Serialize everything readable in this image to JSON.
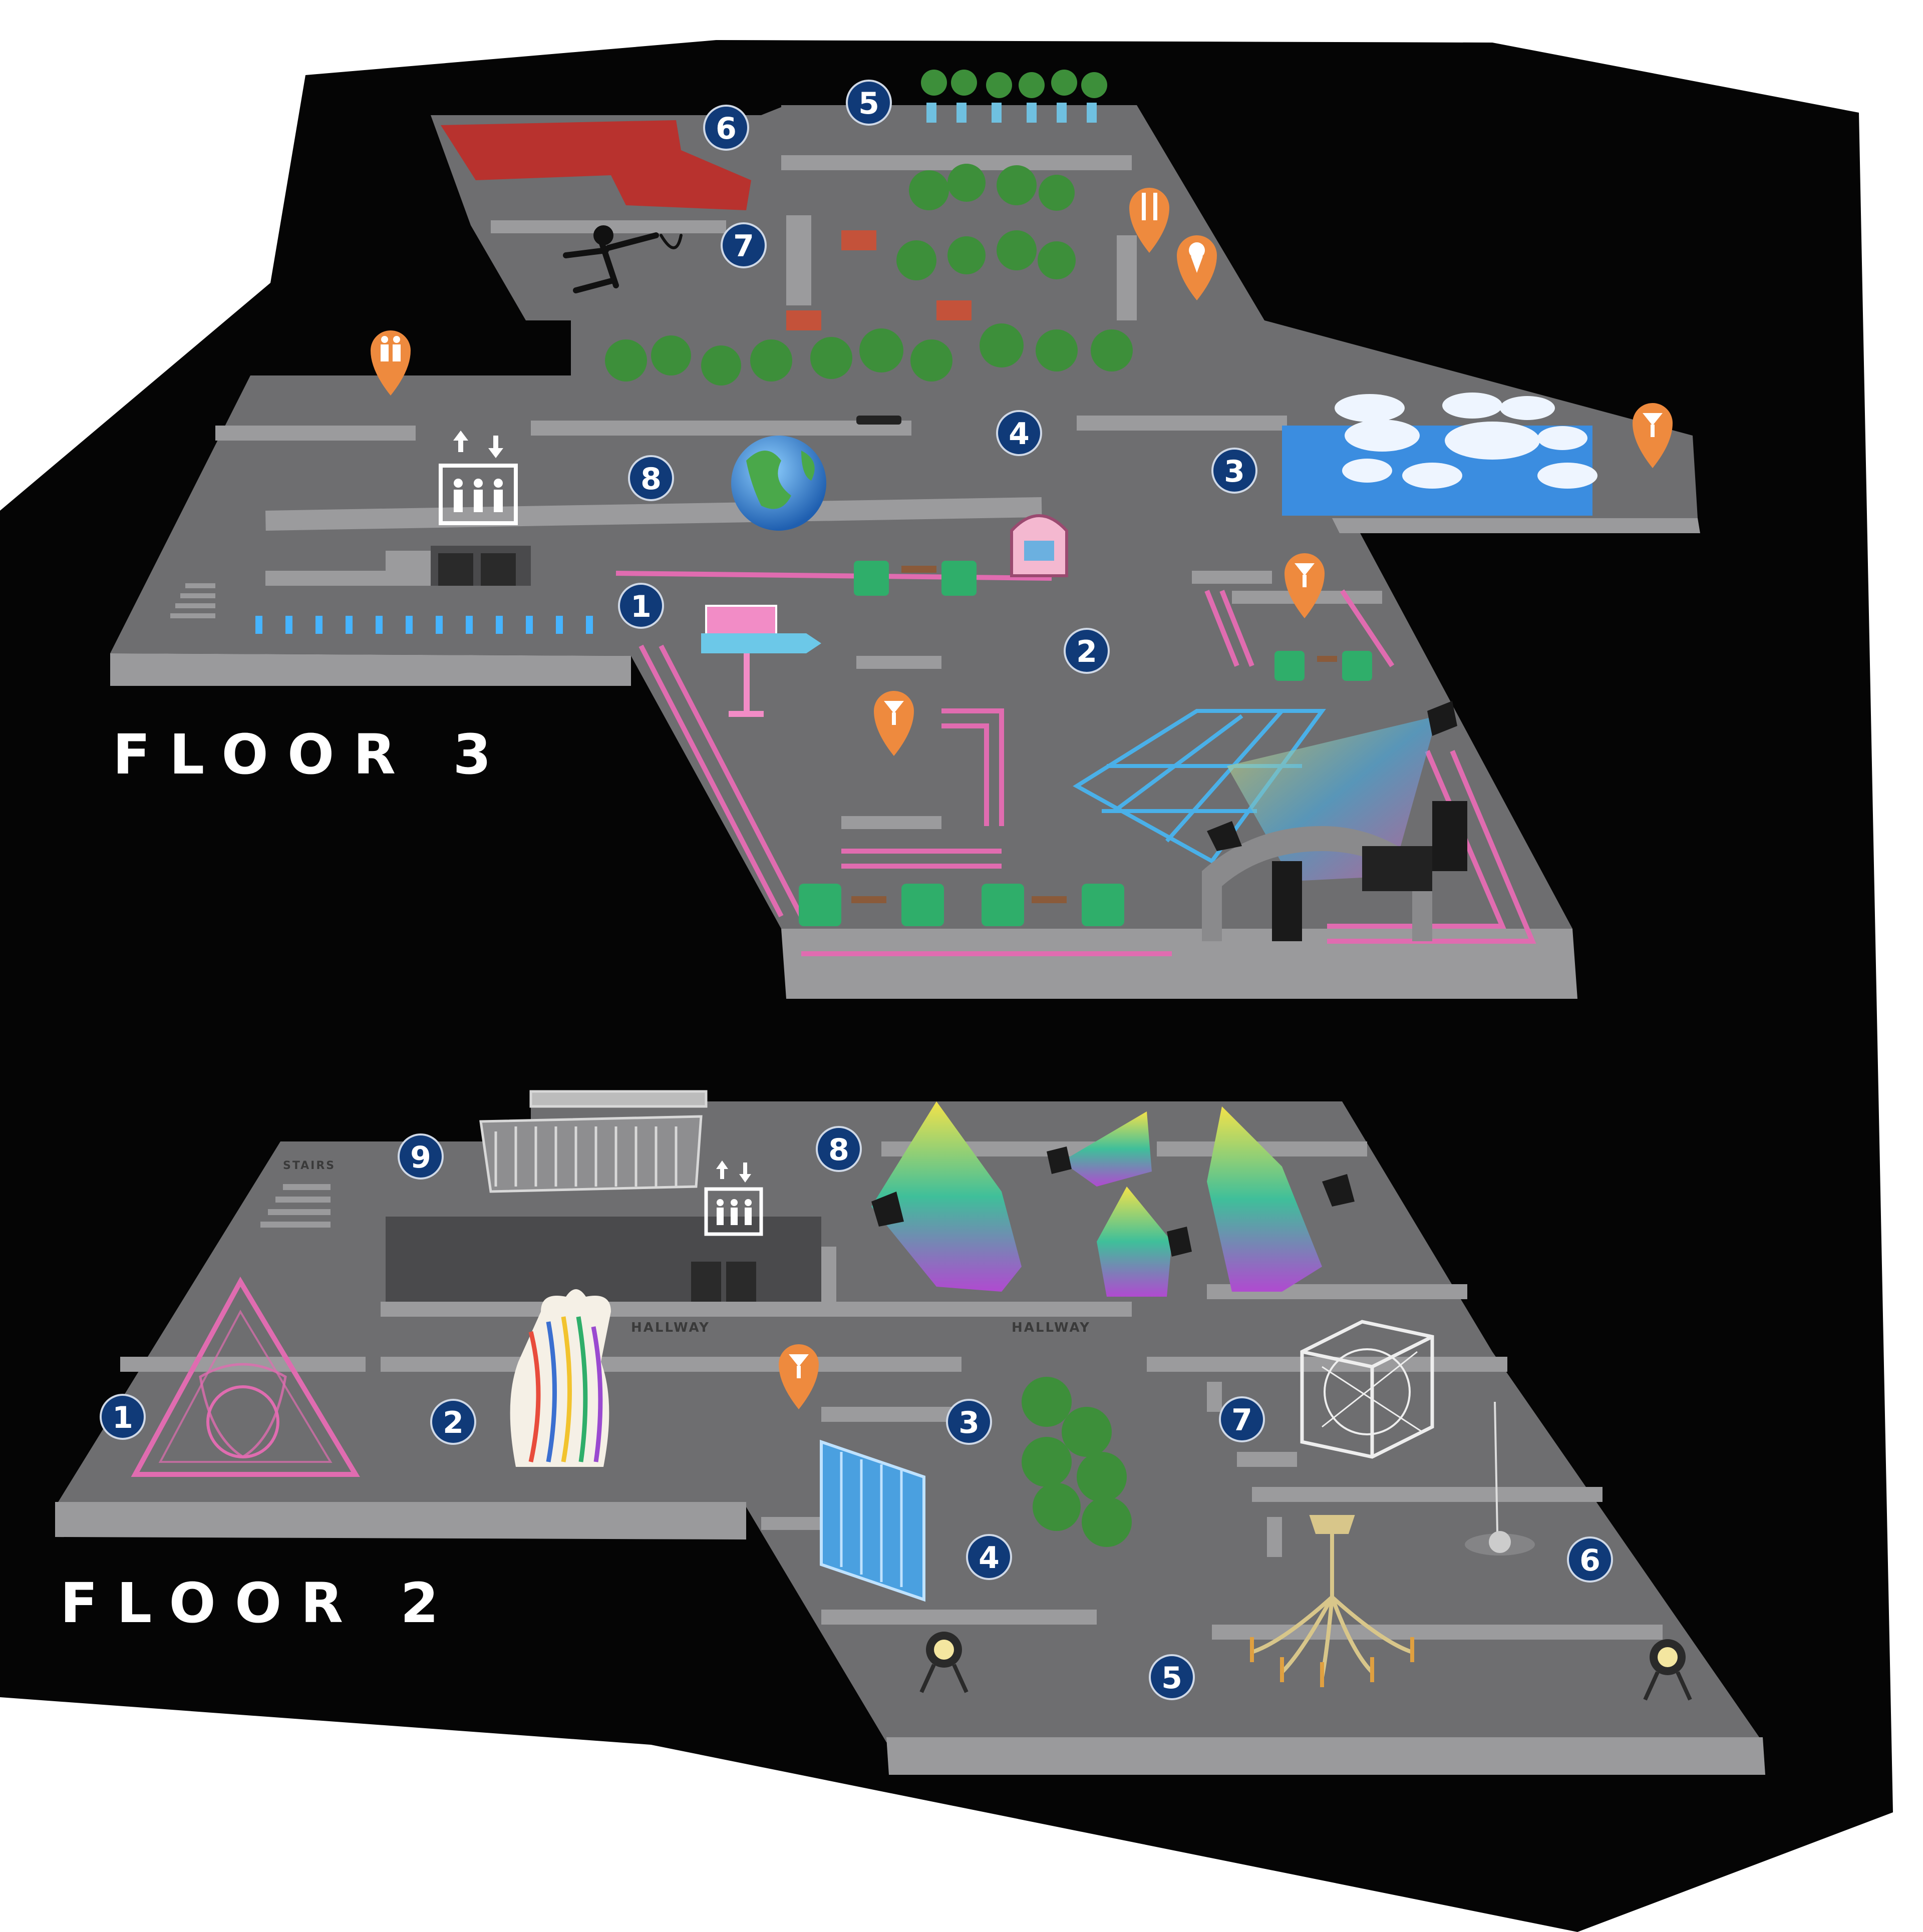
{
  "floors": [
    {
      "id": "floor-3",
      "label": "FLOOR 3"
    },
    {
      "id": "floor-2",
      "label": "FLOOR 2"
    }
  ],
  "floor3": {
    "markers": [
      "1",
      "2",
      "3",
      "4",
      "5",
      "6",
      "7",
      "8"
    ]
  },
  "floor2": {
    "markers": [
      "1",
      "2",
      "3",
      "4",
      "5",
      "6",
      "7",
      "8",
      "9"
    ],
    "hallway_label": "HALLWAY",
    "stairs_label": "STAIRS"
  },
  "colors": {
    "background": "#050505",
    "floor": "#6e6e70",
    "wall": "#9a9a9c",
    "marker": "#103a78",
    "pin": "#ee8a3e",
    "neon": "#e06cb0",
    "tree": "#3d8f3a",
    "water": "#3b8de0"
  },
  "icons": [
    "elevator-icon",
    "stairs-icon",
    "restroom-pin-icon",
    "restaurant-pin-icon",
    "ice-cream-pin-icon",
    "cocktail-pin-icon"
  ]
}
